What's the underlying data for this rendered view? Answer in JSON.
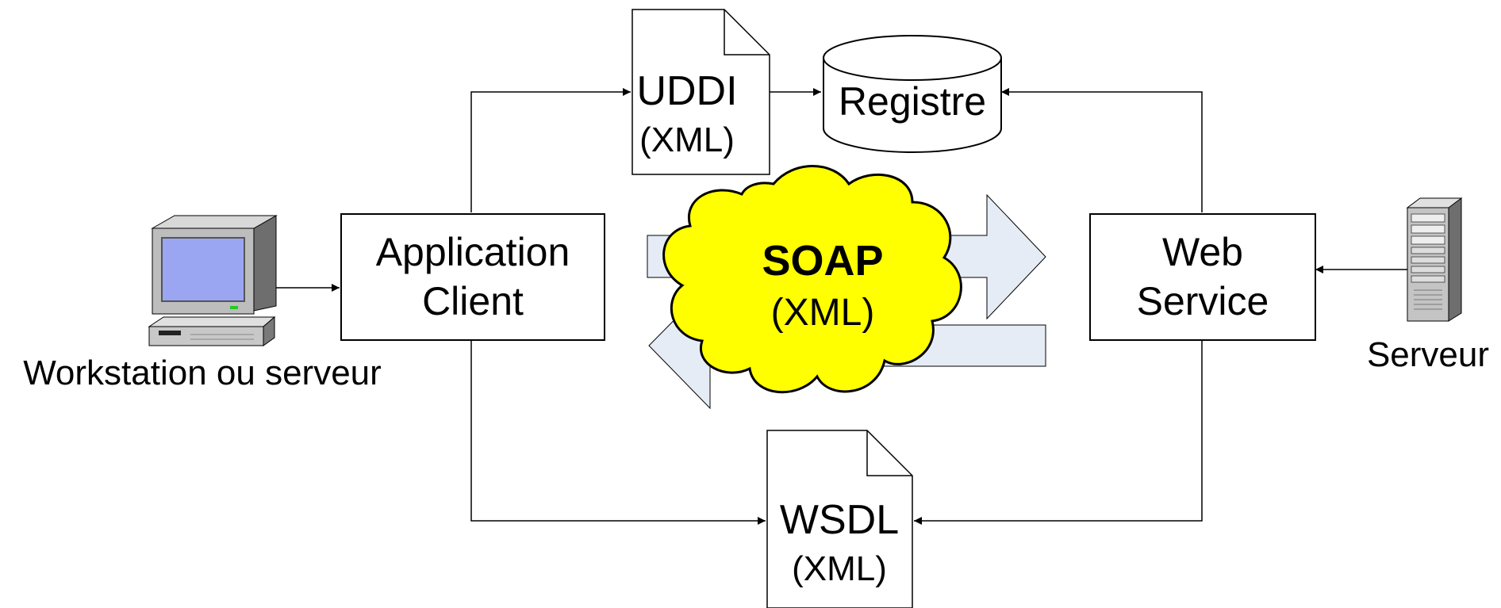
{
  "workstation": {
    "label": "Workstation ou serveur",
    "icon": "desktop-computer-icon"
  },
  "server": {
    "label": "Serveur",
    "icon": "tower-server-icon"
  },
  "client": {
    "line1": "Application",
    "line2": "Client"
  },
  "webservice": {
    "line1": "Web",
    "line2": "Service"
  },
  "uddi": {
    "line1": "UDDI",
    "line2": "(XML)"
  },
  "registry": {
    "label": "Registre"
  },
  "wsdl": {
    "line1": "WSDL",
    "line2": "(XML)"
  },
  "soap": {
    "line1": "SOAP",
    "line2": "(XML)"
  },
  "colors": {
    "soap_cloud": "#ffff00",
    "arrow_fill": "#e6ecf5",
    "monitor_screen": "#9aa6f2",
    "stroke": "#000000"
  }
}
